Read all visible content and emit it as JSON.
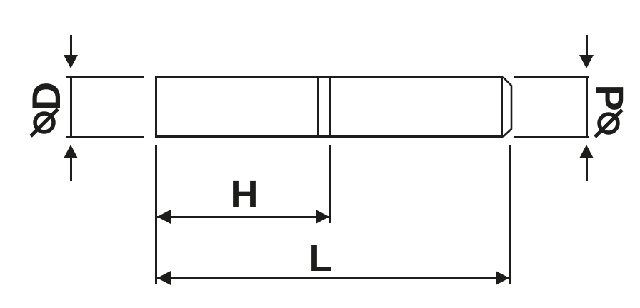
{
  "drawing": {
    "background_color": "#ffffff",
    "line_color": "#1d1d1b",
    "labels": {
      "left_diameter": {
        "letter": "D",
        "symbol": "ø"
      },
      "right_diameter": {
        "letter": "P",
        "symbol": "ø"
      },
      "mid_length": "H",
      "overall_length": "L"
    }
  }
}
